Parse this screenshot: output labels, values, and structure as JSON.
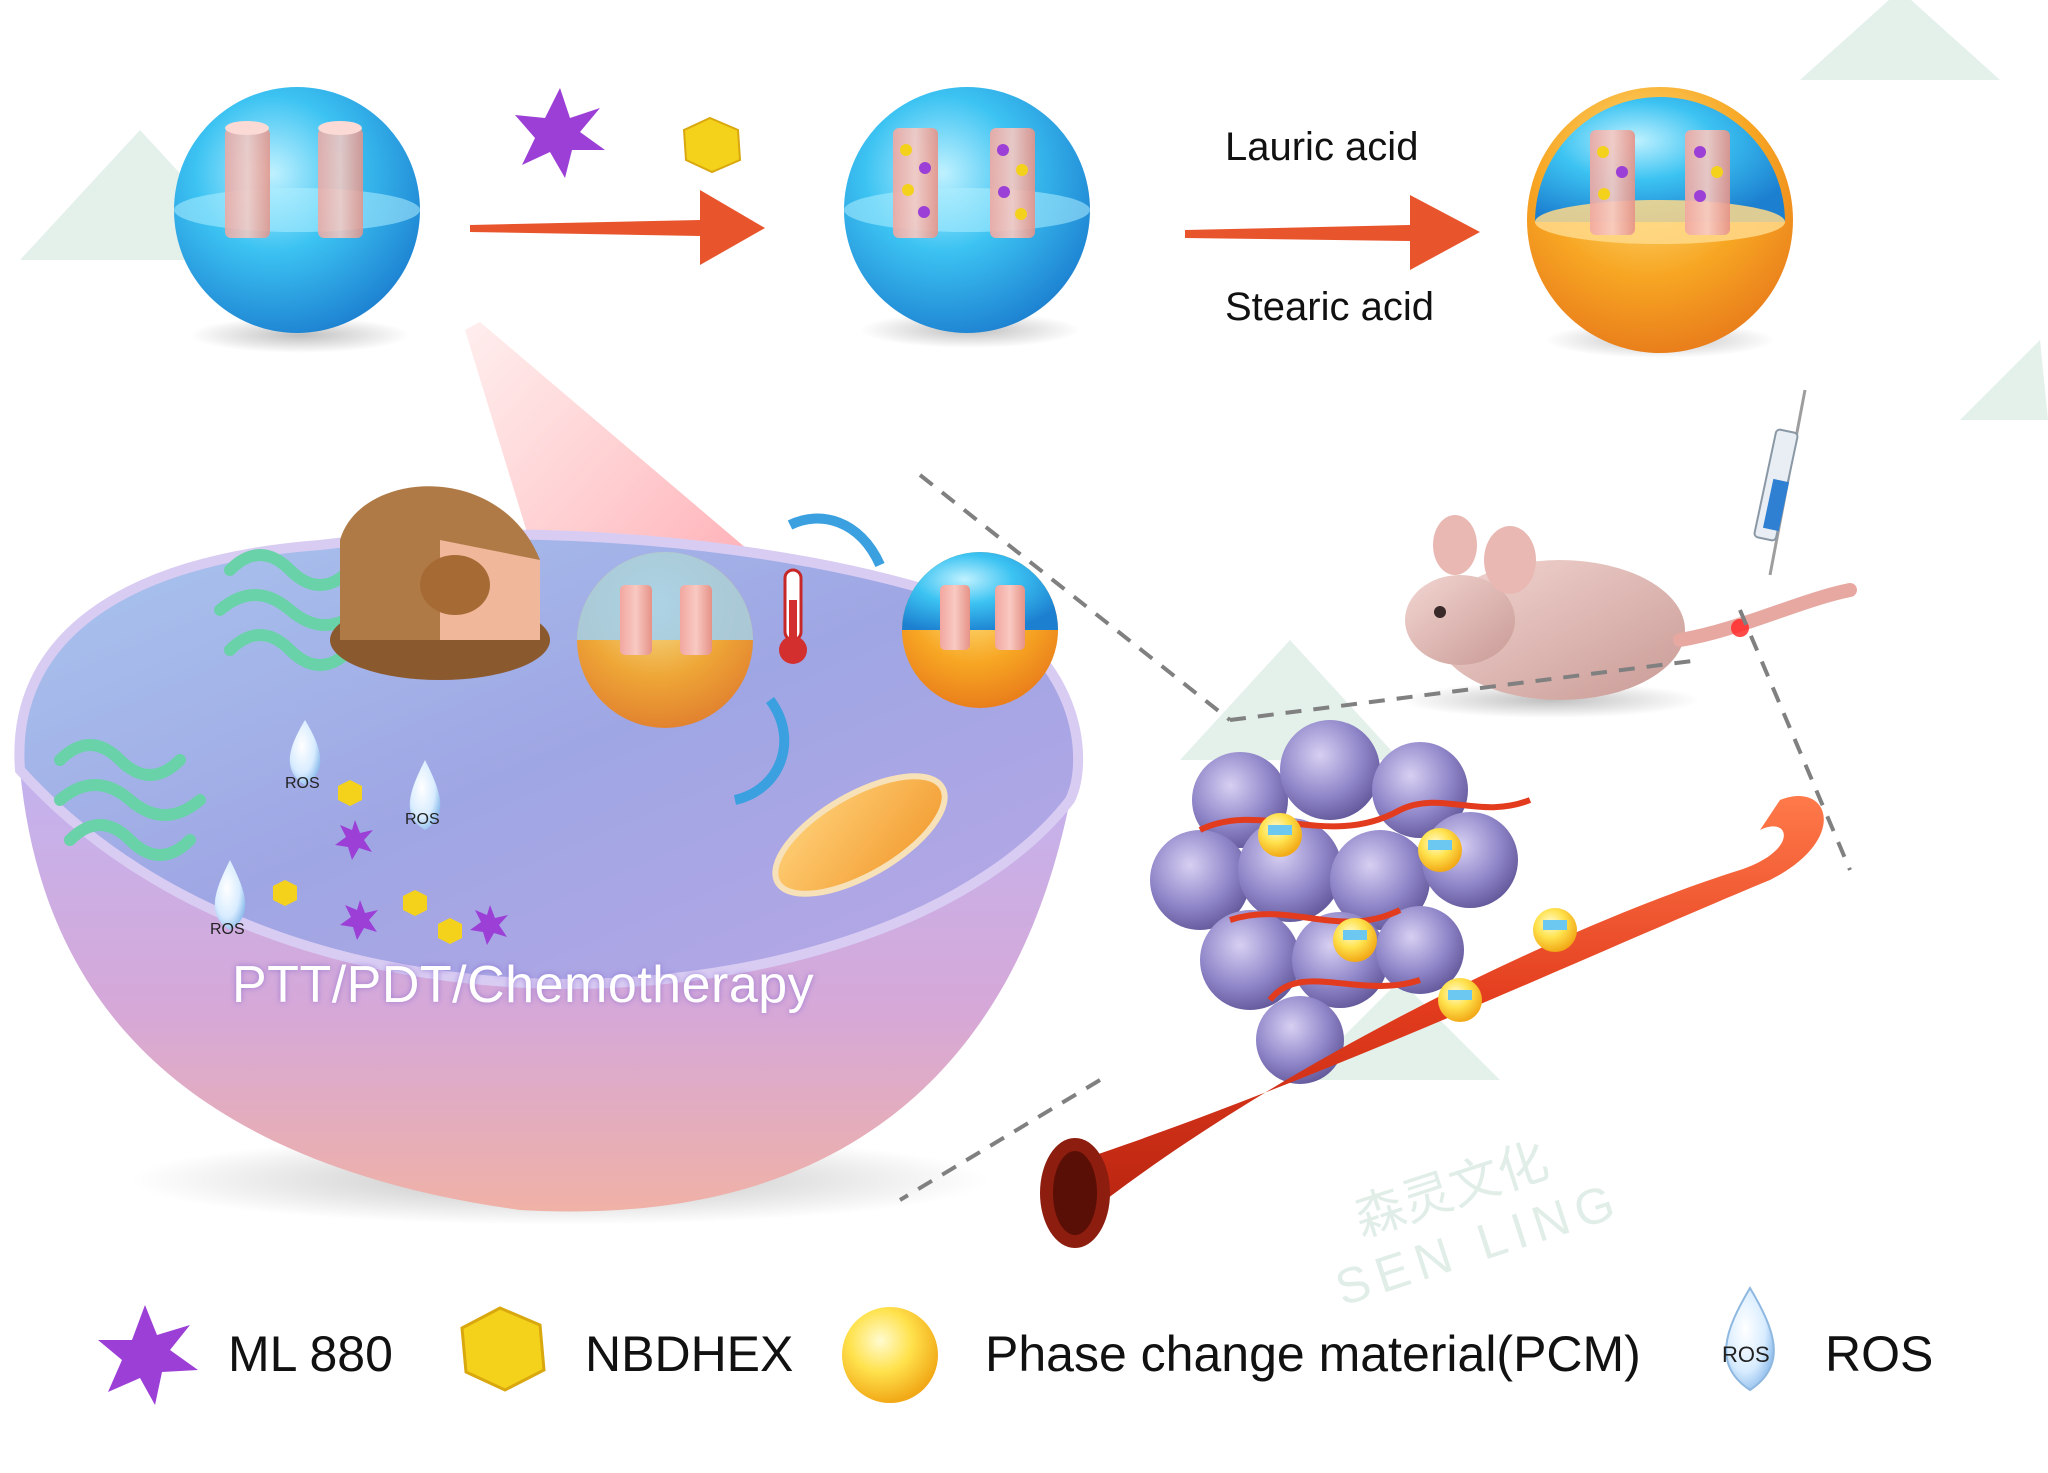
{
  "process": {
    "reagent_top": "Lauric acid",
    "reagent_bottom": "Stearic acid"
  },
  "cell": {
    "label": "PTT/PDT/Chemotherapy",
    "ros_tag": "ROS"
  },
  "legend": {
    "ml880": "ML 880",
    "nbdhex": "NBDHEX",
    "pcm": "Phase change material(PCM)",
    "ros": "ROS"
  },
  "watermark": {
    "brand_cn": "森灵文化",
    "brand_en": "SEN LING"
  },
  "colors": {
    "sphere_blue": "#3cc3f2",
    "pcm_orange": "#f7a623",
    "arrow_orange": "#e8552c",
    "vessel_red": "#e23b1d",
    "ml880_purple": "#9b3fd6",
    "nbdhex_yellow": "#f4d21c",
    "cell_lavender": "#b9a7e6"
  },
  "icons": [
    "ml880-star-icon",
    "nbdhex-hexagon-icon",
    "pcm-sphere-icon",
    "ros-droplet-icon",
    "thermometer-icon",
    "syringe-icon",
    "mouse-illustration"
  ]
}
